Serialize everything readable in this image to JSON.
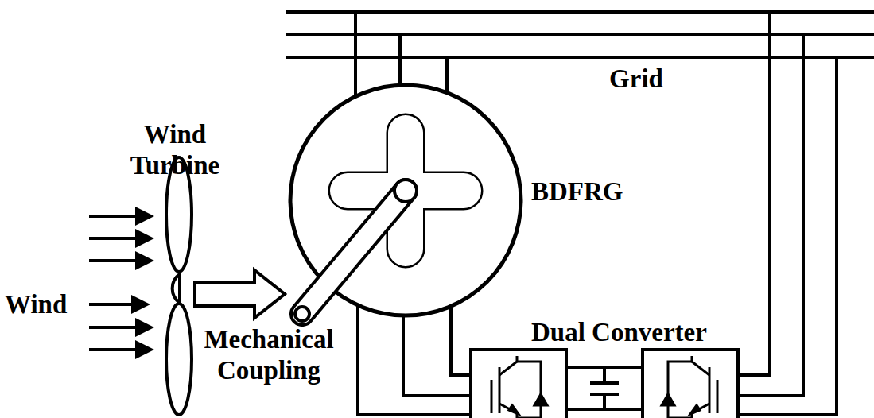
{
  "diagram": {
    "labels": [
      "Grid",
      "Wind Turbine",
      "BDFRG",
      "Wind",
      "Mechanical Coupling",
      "Dual Converter"
    ]
  }
}
